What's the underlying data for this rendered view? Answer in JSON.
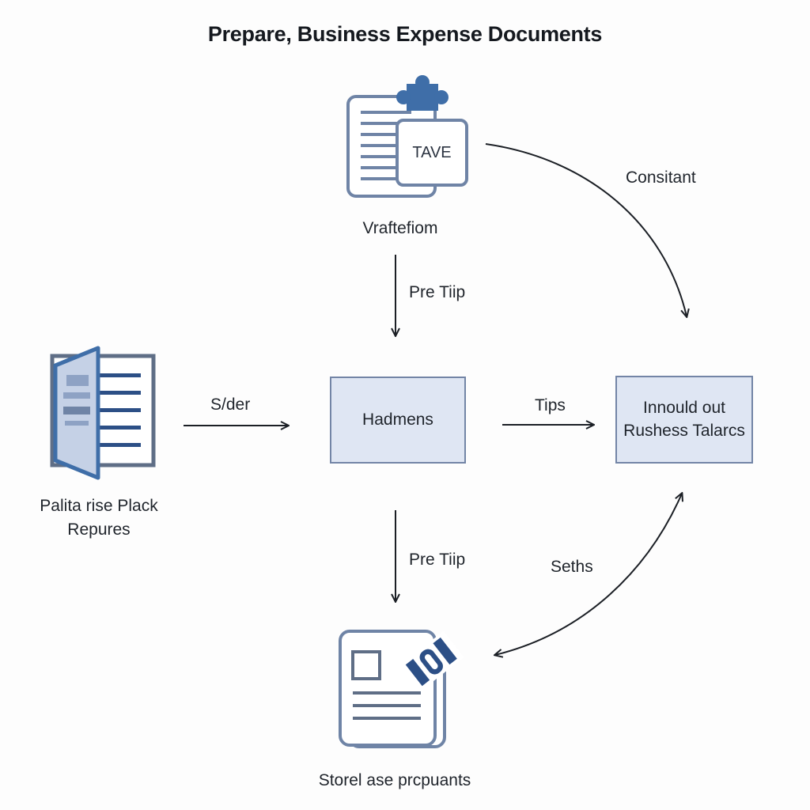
{
  "diagram": {
    "title": "Prepare, Business Expense Documents",
    "top_icon": {
      "label": "Vraftefiom",
      "card_text": "TAVE"
    },
    "left_icon": {
      "label_line1": "Palita rise Plack",
      "label_line2": "Repures"
    },
    "center_box": {
      "label": "Hadmens"
    },
    "right_box": {
      "line1": "Innould out",
      "line2": "Rushess Talarcs"
    },
    "bottom_icon": {
      "label": "Storel ase prcpuants"
    },
    "arrows": {
      "top_to_center": "Pre Tiip",
      "center_to_bottom": "Pre Tiip",
      "left_to_center": "S/der",
      "center_to_right": "Tips",
      "top_to_right": "Consitant",
      "right_bottom": "Seths"
    },
    "colors": {
      "accent_blue": "#3f6ea8",
      "icon_stroke": "#6f84a6",
      "box_fill": "#dfe6f3",
      "dark_blue": "#2c4f86"
    }
  }
}
